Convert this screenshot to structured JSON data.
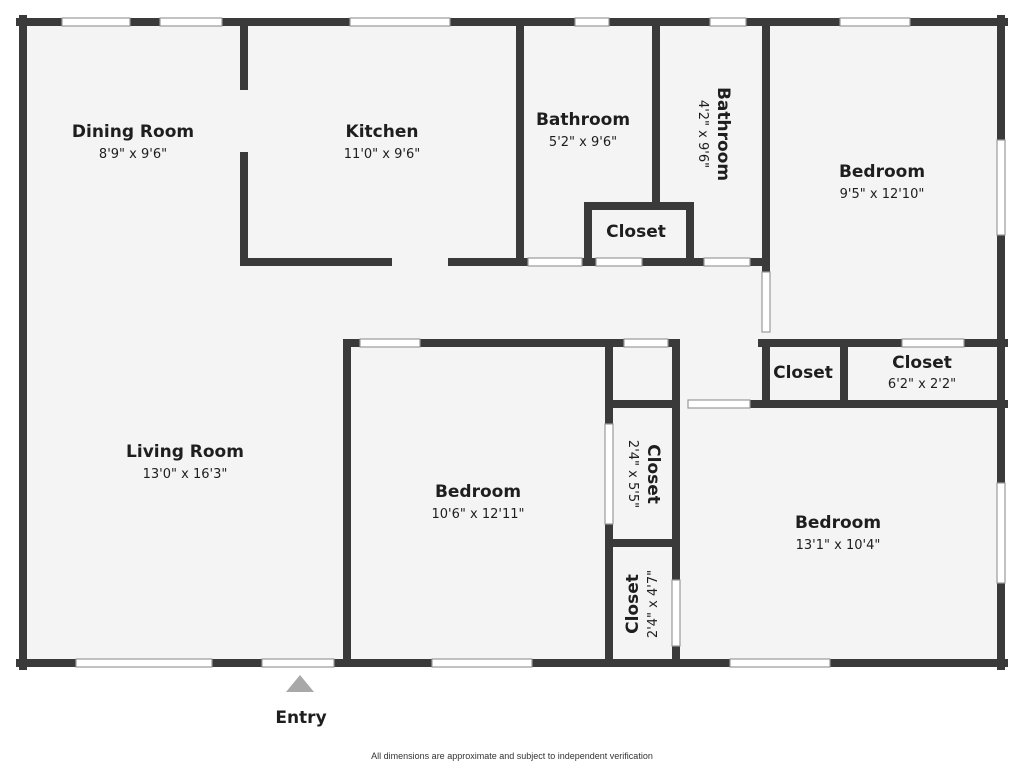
{
  "floor_plan": {
    "rooms": [
      {
        "id": "dining-room",
        "name": "Dining Room",
        "dimensions": "8'9\" x 9'6\""
      },
      {
        "id": "kitchen",
        "name": "Kitchen",
        "dimensions": "11'0\" x 9'6\""
      },
      {
        "id": "bathroom-1",
        "name": "Bathroom",
        "dimensions": "5'2\" x 9'6\""
      },
      {
        "id": "bathroom-2",
        "name": "Bathroom",
        "dimensions": "4'2\" x 9'6\""
      },
      {
        "id": "bedroom-1",
        "name": "Bedroom",
        "dimensions": "9'5\" x 12'10\""
      },
      {
        "id": "closet-bath",
        "name": "Closet",
        "dimensions": ""
      },
      {
        "id": "closet-hall",
        "name": "Closet",
        "dimensions": ""
      },
      {
        "id": "closet-3",
        "name": "Closet",
        "dimensions": "6'2\" x 2'2\""
      },
      {
        "id": "living-room",
        "name": "Living Room",
        "dimensions": "13'0\" x 16'3\""
      },
      {
        "id": "bedroom-2",
        "name": "Bedroom",
        "dimensions": "10'6\" x 12'11\""
      },
      {
        "id": "closet-4",
        "name": "Closet",
        "dimensions": "2'4\" x 5'5\""
      },
      {
        "id": "closet-5",
        "name": "Closet",
        "dimensions": "2'4\" x 4'7\""
      },
      {
        "id": "bedroom-3",
        "name": "Bedroom",
        "dimensions": "13'1\" x 10'4\""
      }
    ],
    "entry_label": "Entry",
    "disclaimer": "All dimensions are approximate and subject to independent verification",
    "colors": {
      "wall": "#3a3a3a",
      "floor": "#f4f4f4",
      "window_frame": "#9a9a9a",
      "entry_marker": "#a8a8a8",
      "text": "#1e1e1e"
    }
  }
}
